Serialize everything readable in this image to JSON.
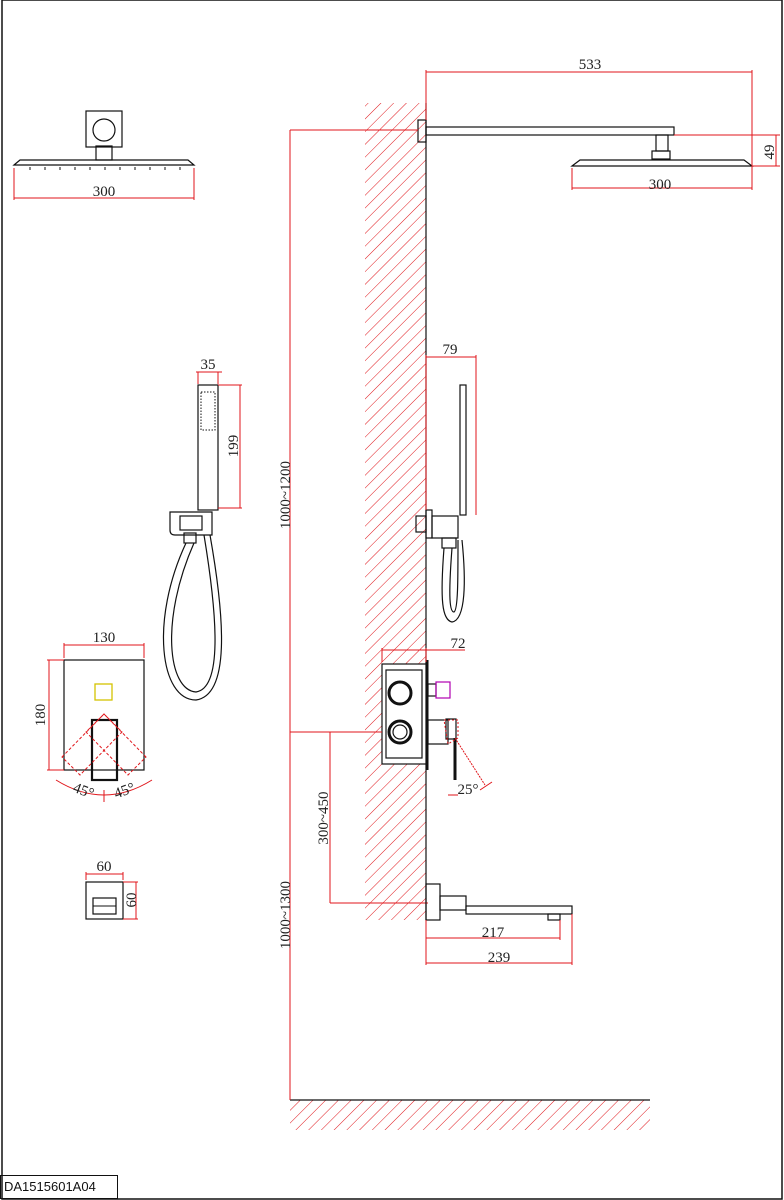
{
  "drawing_code": "DA1515601A04",
  "colors": {
    "dimension": "#e0161b",
    "outline": "#111111",
    "button": "#d4c400",
    "valve_accent": "#b000b0"
  },
  "dimensions": {
    "head_top_width": "300",
    "head_side_width": "300",
    "arm_length": "533",
    "head_thickness": "49",
    "hand_width": "35",
    "hand_length": "199",
    "hand_holder_projection": "79",
    "total_height_range": "1000~1200",
    "plate_width": "130",
    "plate_height": "180",
    "angle_left": "45°",
    "angle_right": "45°",
    "valve_depth": "72",
    "lever_angle": "25°",
    "valve_spout_gap": "300~450",
    "spout_height_range": "1000~1300",
    "spout_reach": "217",
    "spout_length": "239",
    "spout_plate_width": "60",
    "spout_plate_height": "60"
  }
}
